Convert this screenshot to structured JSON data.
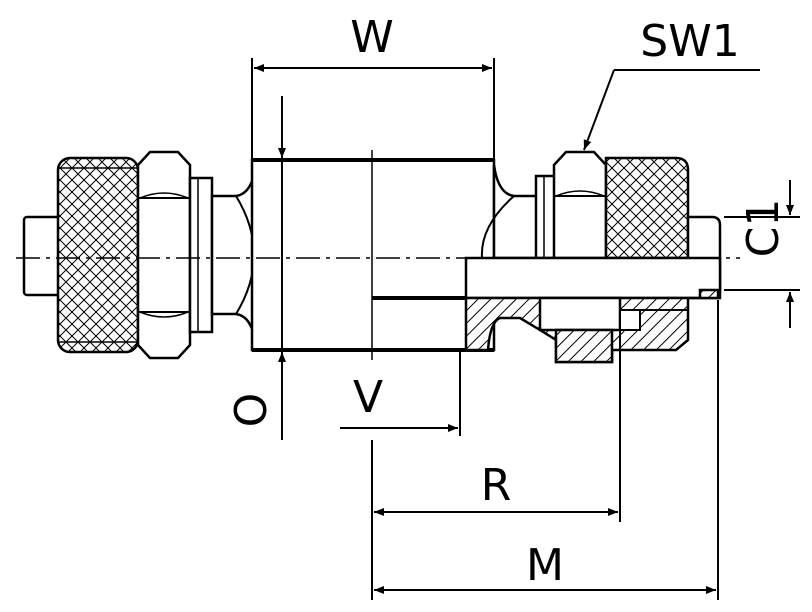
{
  "labels": {
    "w": "W",
    "sw1": "SW1",
    "c1": "C1",
    "o": "O",
    "v": "V",
    "r": "R",
    "m": "M"
  },
  "colors": {
    "line": "#000000",
    "background": "#ffffff"
  }
}
